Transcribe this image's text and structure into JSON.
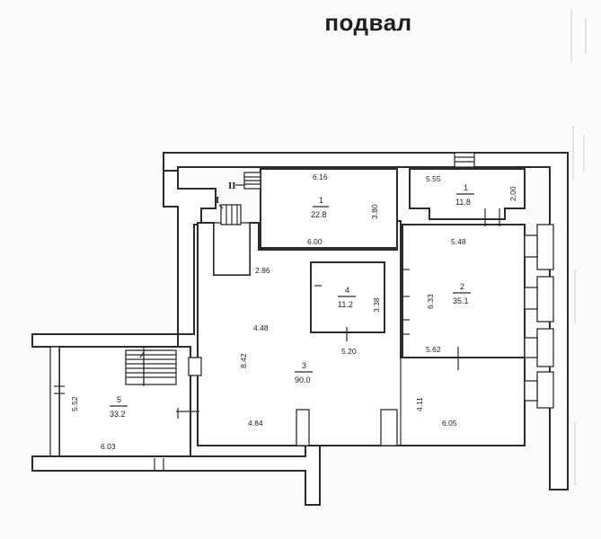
{
  "title": "подвал",
  "roman_labels": [
    "I",
    "II"
  ],
  "rooms": [
    {
      "number": "1",
      "area": "22.8"
    },
    {
      "number": "1",
      "area": "11.8"
    },
    {
      "number": "2",
      "area": "35.1"
    },
    {
      "number": "3",
      "area": "90.0"
    },
    {
      "number": "4",
      "area": "11.2"
    },
    {
      "number": "5",
      "area": "33.2"
    }
  ],
  "dimensions": [
    "6.16",
    "3.80",
    "6.00",
    "5.55",
    "2.00",
    "5.48",
    "6.33",
    "5.62",
    "2.86",
    "3.38",
    "4.48",
    "5.20",
    "8.42",
    "4.11",
    "4.84",
    "6.05",
    "5.52",
    "6.03"
  ]
}
